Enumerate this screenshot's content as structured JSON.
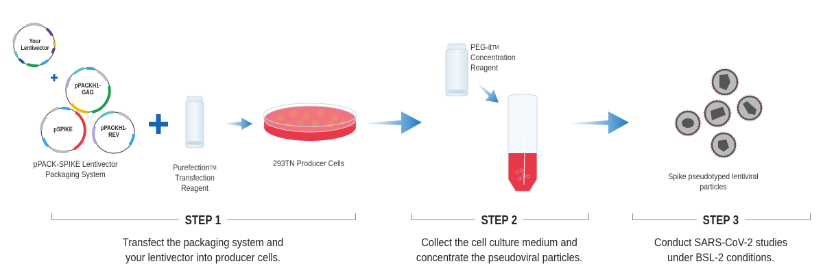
{
  "plasmids": {
    "your_lentivector": "Your Lentivector",
    "gag": [
      "pPACKH1-",
      "GAG"
    ],
    "spike": "pSPIKE",
    "rev": [
      "pPACKH1-",
      "REV"
    ]
  },
  "labels": {
    "packaging_system": [
      "pPACK-SPIKE Lentivector",
      "Packaging System"
    ],
    "purefection": [
      "Purefection",
      "Transfection",
      "Reagent"
    ],
    "tm": "TM",
    "producer_cells": "293TN Producer Cells",
    "peg_it": [
      "PEG-it",
      "Concentration",
      "Reagent"
    ],
    "particles": "Spike pseudotyped lentiviral particles"
  },
  "steps": [
    {
      "title": "STEP 1",
      "desc": [
        "Transfect the packaging system and",
        "your lentivector into producer cells."
      ]
    },
    {
      "title": "STEP 2",
      "desc": [
        "Collect the cell culture medium and",
        "concentrate the pseudoviral particles."
      ]
    },
    {
      "title": "STEP 3",
      "desc": [
        "Conduct SARS-CoV-2 studies",
        "under BSL-2 conditions."
      ]
    }
  ],
  "colors": {
    "plus_blue": "#1565b8",
    "arrow_blue": "#2a86c8",
    "media_red": "#e8384a"
  }
}
